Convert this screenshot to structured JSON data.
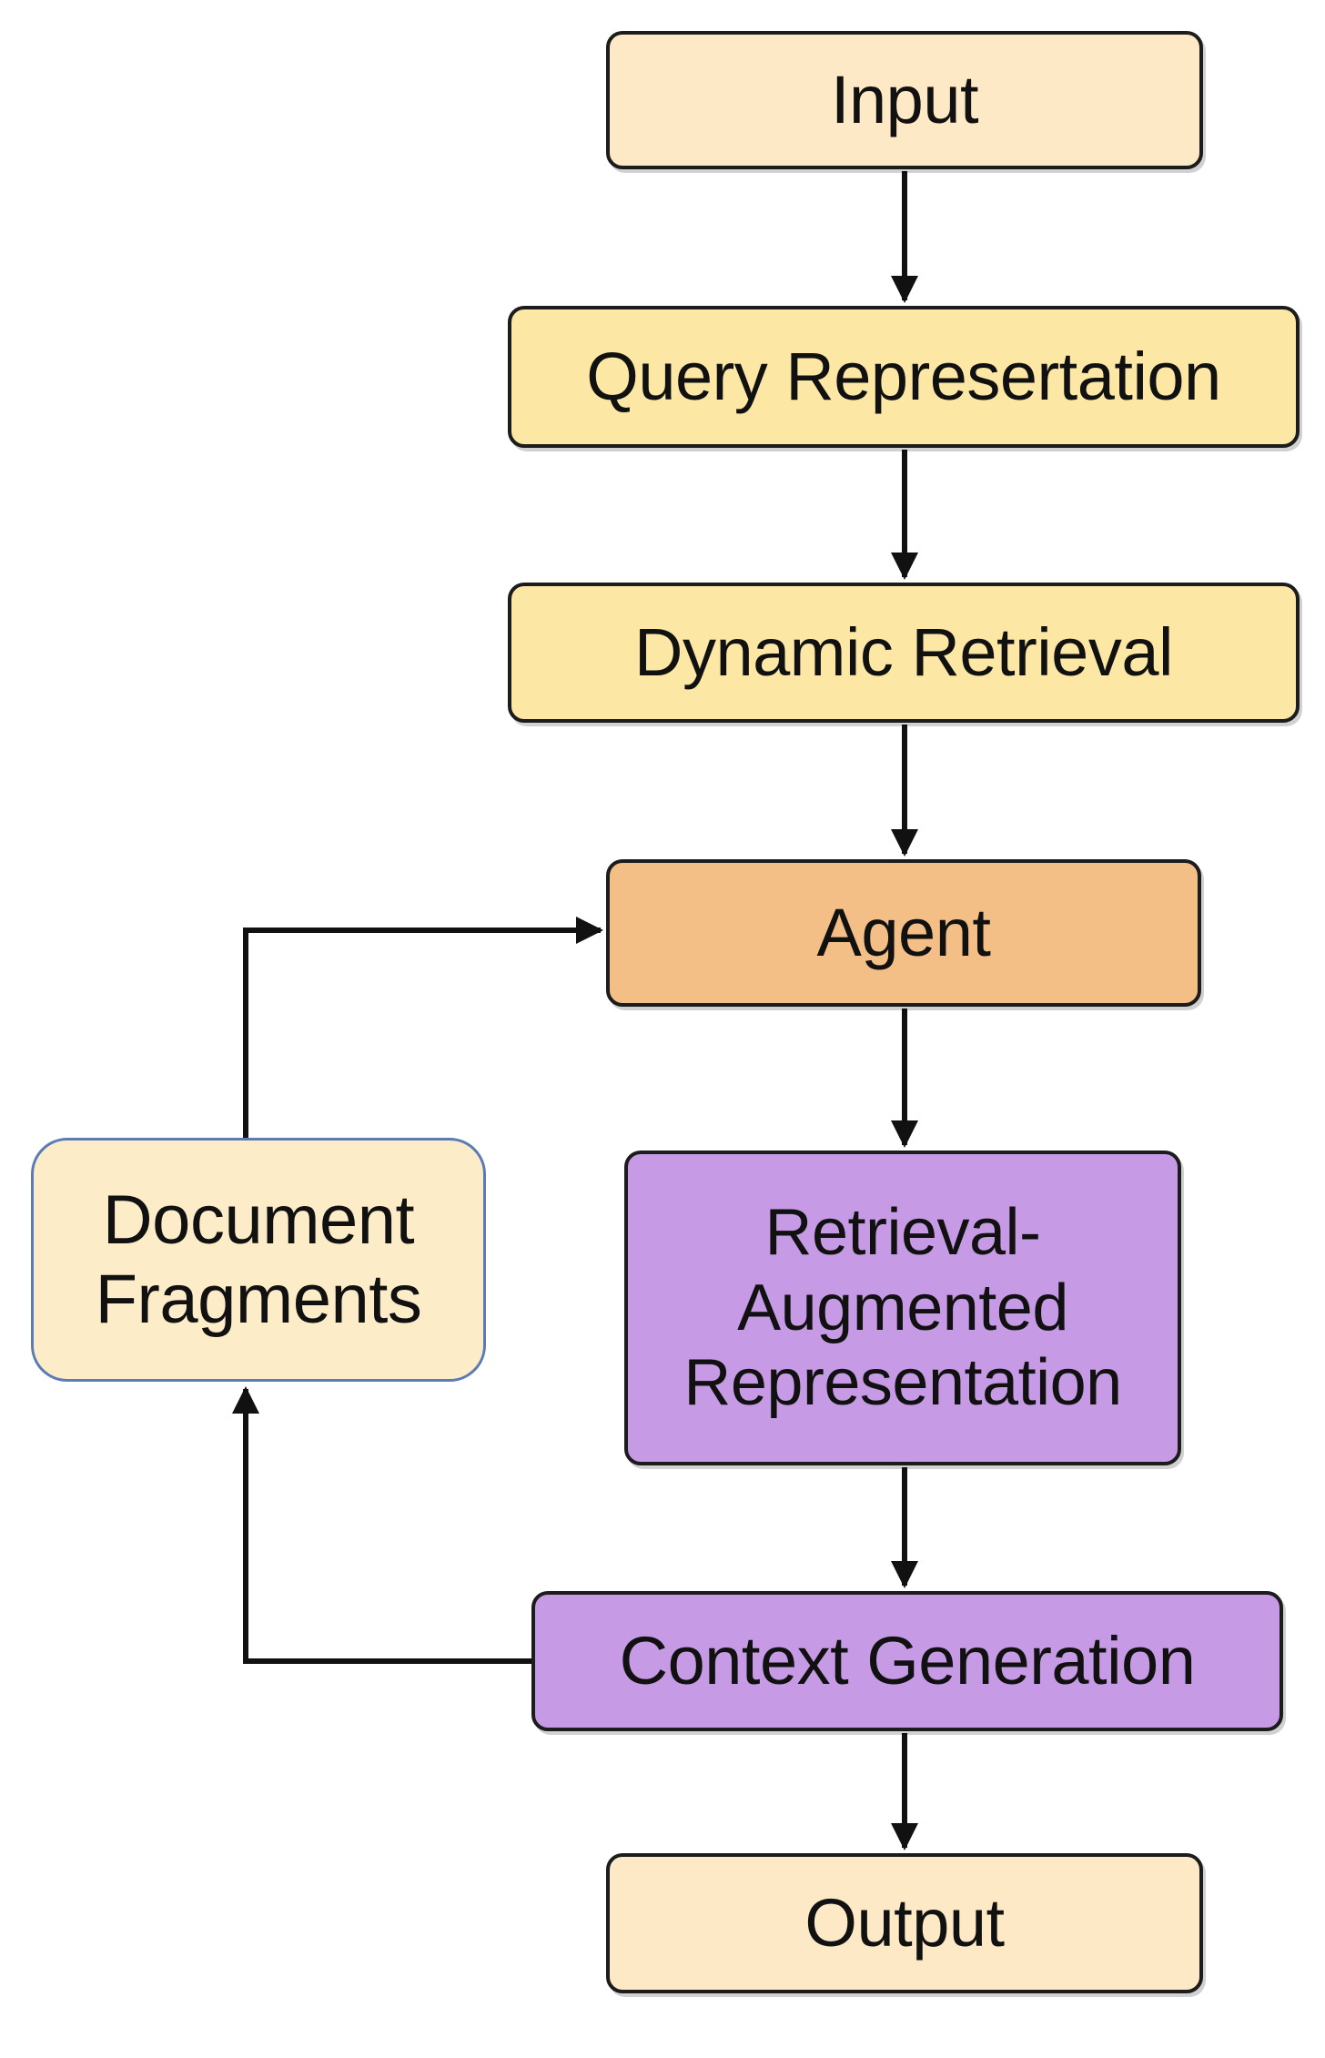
{
  "diagram": {
    "nodes": {
      "input": {
        "label": "Input",
        "fill": "#fde9c6"
      },
      "query_representation": {
        "label": "Query Represertation",
        "fill": "#fde7a5"
      },
      "dynamic_retrieval": {
        "label": "Dynamic Retrieval",
        "fill": "#fde7a5"
      },
      "agent": {
        "label": "Agent",
        "fill": "#f4bf87"
      },
      "retrieval_augmented_representation": {
        "lines": [
          "Retrieval-",
          "Augmented",
          "Representation"
        ],
        "fill": "#c79ae6"
      },
      "context_generation": {
        "label": "Context Generation",
        "fill": "#c79ae6"
      },
      "output": {
        "label": "Output",
        "fill": "#fde9c6"
      },
      "document_fragments": {
        "lines": [
          "Document",
          "Fragments"
        ],
        "fill": "#fdecc8",
        "border": "#5a7bb5"
      }
    },
    "edges": [
      {
        "from": "Input",
        "to": "Query Represertation"
      },
      {
        "from": "Query Represertation",
        "to": "Dynamic Retrieval"
      },
      {
        "from": "Dynamic Retrieval",
        "to": "Agent"
      },
      {
        "from": "Agent",
        "to": "Retrieval-Augmented Representation"
      },
      {
        "from": "Retrieval-Augmented Representation",
        "to": "Context Generation"
      },
      {
        "from": "Context Generation",
        "to": "Output"
      },
      {
        "from": "Context Generation",
        "to": "Document Fragments"
      },
      {
        "from": "Document Fragments",
        "to": "Agent"
      }
    ],
    "line_color": "#111111"
  }
}
